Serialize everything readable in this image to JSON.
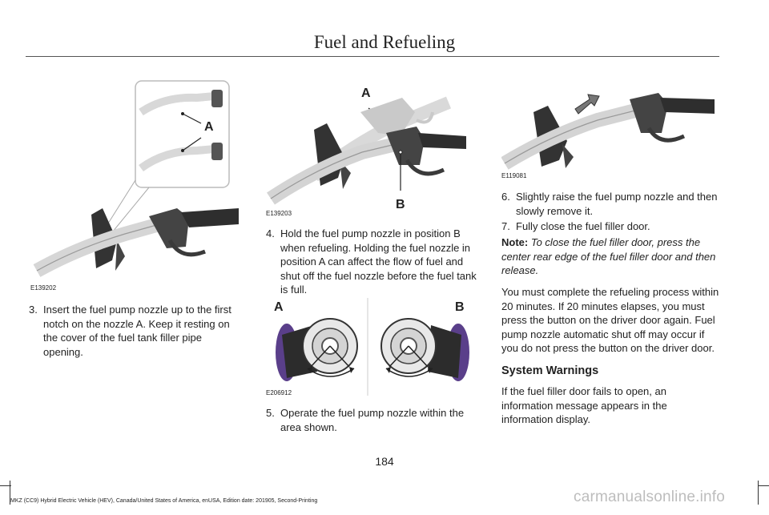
{
  "header": {
    "title": "Fuel and Refueling"
  },
  "figures": {
    "fig1": {
      "code": "E139202",
      "label": "A"
    },
    "fig2": {
      "code": "E139203",
      "label_a": "A",
      "label_b": "B"
    },
    "fig3": {
      "code": "E206912",
      "label_a": "A",
      "label_b": "B"
    },
    "fig4": {
      "code": "E119081"
    }
  },
  "steps": [
    {
      "num": "3.",
      "text": "Insert the fuel pump nozzle up to the first notch on the nozzle A.  Keep it resting on the cover of the fuel tank filler pipe opening."
    },
    {
      "num": "4.",
      "text": "Hold the fuel pump nozzle in position B when refueling.  Holding the fuel nozzle in position A can affect the flow of fuel and shut off the fuel nozzle before the fuel tank is full."
    },
    {
      "num": "5.",
      "text": "Operate the fuel pump nozzle within the area shown."
    },
    {
      "num": "6.",
      "text": "Slightly raise the fuel pump nozzle and then slowly remove it."
    },
    {
      "num": "7.",
      "text": "Fully close the fuel filler door."
    }
  ],
  "note": {
    "label": "Note:",
    "text": "To close the fuel filler door, press the center rear edge of the fuel filler door and then release."
  },
  "paragraph1": "You must complete the refueling process within 20 minutes.  If 20 minutes elapses, you must press the button on the driver door again.  Fuel pump nozzle automatic shut off may occur if you do not press the button on the driver door.",
  "section": {
    "heading": "System Warnings",
    "text": "If the fuel filler door fails to open, an information message appears in the information display."
  },
  "page_number": "184",
  "footer": "MKZ (CC9) Hybrid Electric Vehicle (HEV), Canada/United States of America, enUSA, Edition date: 201905, Second-Printing",
  "watermark": "carmanualsonline.info"
}
